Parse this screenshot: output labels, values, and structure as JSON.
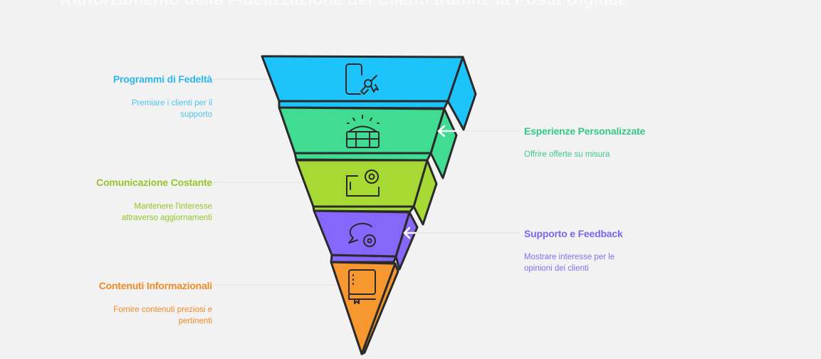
{
  "title": "Rafforzamento della Fidelizzazione dei Clienti tramite la Posta Digitale",
  "colors": {
    "blue": "#1dc3fb",
    "green": "#40dc92",
    "lime": "#a6d934",
    "purple": "#8767fb",
    "orange": "#f7972f",
    "outline": "#2a2a2a"
  },
  "stages": [
    {
      "title": "Programmi di Fedeltà",
      "desc": "Premiare i clienti per il supporto",
      "icon": "phone-certificate-icon",
      "color": "#2bb8ef"
    },
    {
      "title": "Esperienze Personalizzate",
      "desc": "Offrire offerte su misura",
      "icon": "treasure-chest-icon",
      "color": "#34c987"
    },
    {
      "title": "Comunicazione Costante",
      "desc": "Mantenere l'interesse attraverso aggiornamenti",
      "icon": "email-at-icon",
      "color": "#98c52a"
    },
    {
      "title": "Supporto e Feedback",
      "desc": "Mostrare interesse per le opinioni dei clienti",
      "icon": "chat-gear-icon",
      "color": "#8165f2"
    },
    {
      "title": "Contenuti Informazionali",
      "desc": "Fornire contenuti preziosi e pertinenti",
      "icon": "book-icon",
      "color": "#f08a26"
    }
  ]
}
